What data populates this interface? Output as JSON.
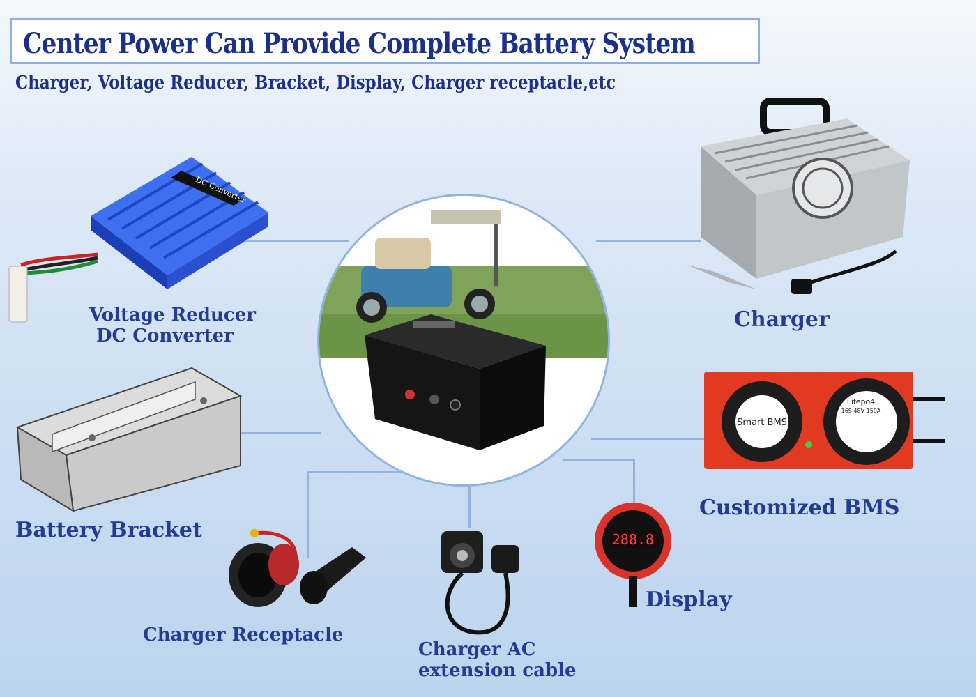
{
  "header": {
    "title": "Center Power Can Provide Complete Battery System",
    "subtitle": "Charger, Voltage Reducer, Bracket, Display, Charger receptacle,etc"
  },
  "components": {
    "voltage_reducer": {
      "label_line1": "Voltage Reducer",
      "label_line2": "DC Converter",
      "device_text": "DC Converter"
    },
    "charger": {
      "label": "Charger"
    },
    "bms": {
      "label": "Customized BMS",
      "device_text_left": "Smart BMS",
      "device_text_right": "Lifepo4",
      "device_spec": "16S 48V 150A"
    },
    "bracket": {
      "label": "Battery Bracket"
    },
    "receptacle": {
      "label": "Charger Receptacle"
    },
    "ac_cable": {
      "label_line1": "Charger AC",
      "label_line2": "extension cable"
    },
    "display": {
      "label": "Display",
      "screen_value": "288.8"
    }
  },
  "colors": {
    "heading": "#1b2f8c",
    "label": "#233b95",
    "connector_line": "#94b4dc",
    "converter_blue": "#2c56d6",
    "bms_red": "#e23a22"
  }
}
